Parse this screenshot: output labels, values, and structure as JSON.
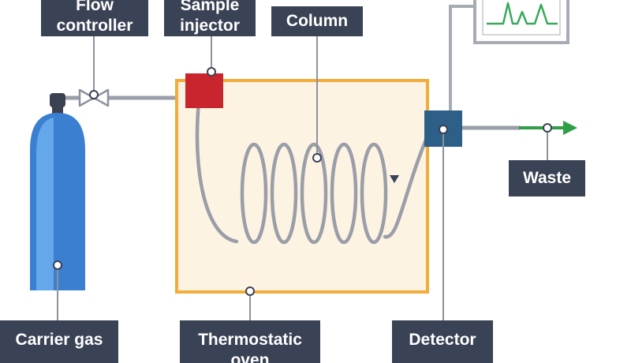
{
  "labels": {
    "flow_controller": [
      "Flow",
      "controller"
    ],
    "sample_injector": [
      "Sample",
      "injector"
    ],
    "column": "Column",
    "waste": "Waste",
    "carrier_gas": "Carrier gas",
    "thermostatic_oven": [
      "Thermostatic",
      "oven"
    ],
    "detector": "Detector"
  },
  "colors": {
    "label_bg": "#3a4255",
    "label_text": "#ffffff",
    "cylinder_blue": "#3a7fd0",
    "cylinder_highlight": "#64a7ea",
    "oven_fill": "#fdf3e3",
    "oven_border": "#f2ac3c",
    "injector_red": "#c9252f",
    "detector_blue": "#2d5f88",
    "pipe_gray": "#9a9ea8",
    "waste_arrow_green": "#2e9f46",
    "trace_green": "#3aa85a"
  },
  "icons": [
    "gas-cylinder-icon",
    "valve-icon",
    "arrow-right-icon"
  ]
}
